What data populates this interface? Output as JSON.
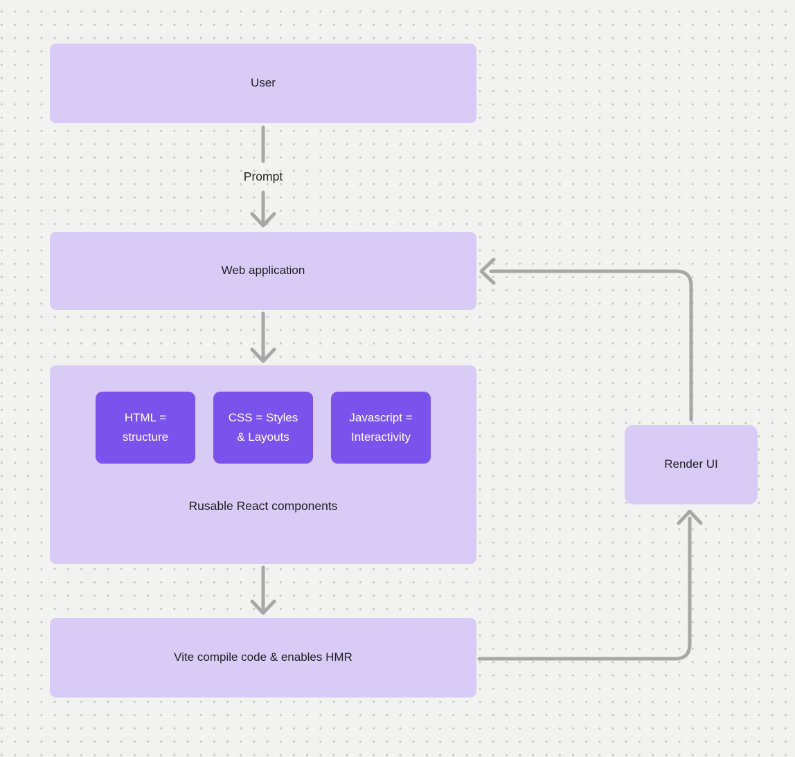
{
  "diagram": {
    "title_hint": "React + Vite development flow",
    "nodes": {
      "user": {
        "label": "User"
      },
      "web_application": {
        "label": "Web application"
      },
      "components_group": {
        "caption": "Rusable React components",
        "children": [
          {
            "label": "HTML = structure"
          },
          {
            "label": "CSS = Styles & Layouts"
          },
          {
            "label": "Javascript = Interactivity"
          }
        ]
      },
      "vite": {
        "label": "Vite compile code & enables HMR"
      },
      "render_ui": {
        "label": "Render UI"
      }
    },
    "edges": {
      "user_to_webapp": {
        "label": "Prompt"
      },
      "webapp_to_components": {
        "label": ""
      },
      "components_to_vite": {
        "label": ""
      },
      "vite_to_render_ui": {
        "label": ""
      },
      "render_ui_to_webapp": {
        "label": ""
      }
    },
    "colors": {
      "background": "#f2f2f0",
      "dot_grid": "#c7c7c3",
      "node_fill": "#d8ccf6",
      "subnode_fill": "#7c52ec",
      "arrow": "#a7a7a7",
      "text_dark": "#1e1e22",
      "text_light": "#ffffff"
    }
  }
}
